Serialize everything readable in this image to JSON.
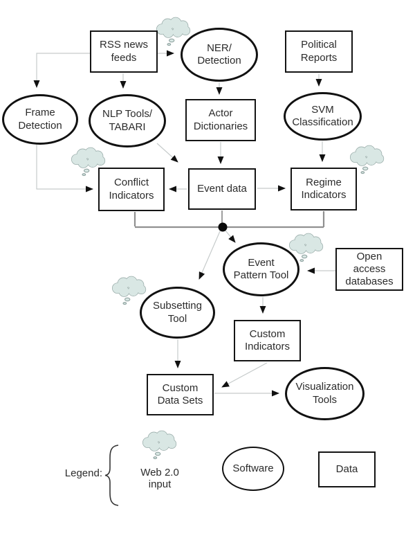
{
  "diagram": {
    "nodes": {
      "rss_news_feeds": {
        "label": "RSS news\nfeeds",
        "type": "data"
      },
      "ner_detection": {
        "label": "NER/\nDetection",
        "type": "software"
      },
      "political_reports": {
        "label": "Political\nReports",
        "type": "data"
      },
      "frame_detection": {
        "label": "Frame\nDetection",
        "type": "software"
      },
      "nlp_tools_tabari": {
        "label": "NLP Tools/\nTABARI",
        "type": "software"
      },
      "actor_dictionaries": {
        "label": "Actor\nDictionaries",
        "type": "data"
      },
      "svm_classification": {
        "label": "SVM\nClassification",
        "type": "software"
      },
      "conflict_indicators": {
        "label": "Conflict\nIndicators",
        "type": "data"
      },
      "event_data": {
        "label": "Event data",
        "type": "data"
      },
      "regime_indicators": {
        "label": "Regime\nIndicators",
        "type": "data"
      },
      "event_pattern_tool": {
        "label": "Event\nPattern Tool",
        "type": "software"
      },
      "open_access_databases": {
        "label": "Open\naccess\ndatabases",
        "type": "data"
      },
      "subsetting_tool": {
        "label": "Subsetting\nTool",
        "type": "software"
      },
      "custom_indicators": {
        "label": "Custom\nIndicators",
        "type": "data"
      },
      "custom_data_sets": {
        "label": "Custom\nData Sets",
        "type": "data"
      },
      "visualization_tools": {
        "label": "Visualization\nTools",
        "type": "software"
      }
    },
    "edges": [
      {
        "from": "RSS news feeds",
        "to": "NER/Detection"
      },
      {
        "from": "RSS news feeds",
        "to": "Frame Detection"
      },
      {
        "from": "RSS news feeds",
        "to": "NLP Tools/TABARI"
      },
      {
        "from": "NER/Detection",
        "to": "Actor Dictionaries"
      },
      {
        "from": "Political Reports",
        "to": "SVM Classification"
      },
      {
        "from": "Frame Detection",
        "to": "Conflict Indicators"
      },
      {
        "from": "NLP Tools/TABARI",
        "to": "Event data"
      },
      {
        "from": "Actor Dictionaries",
        "to": "Event data"
      },
      {
        "from": "SVM Classification",
        "to": "Regime Indicators"
      },
      {
        "from": "Event data",
        "to": "Conflict Indicators"
      },
      {
        "from": "Event data",
        "to": "Regime Indicators"
      },
      {
        "from": "Conflict Indicators",
        "to": "junction"
      },
      {
        "from": "Event data",
        "to": "junction"
      },
      {
        "from": "Regime Indicators",
        "to": "junction"
      },
      {
        "from": "junction",
        "to": "Event Pattern Tool"
      },
      {
        "from": "junction",
        "to": "Subsetting Tool"
      },
      {
        "from": "Open access databases",
        "to": "Event Pattern Tool"
      },
      {
        "from": "Event Pattern Tool",
        "to": "Custom Indicators"
      },
      {
        "from": "Subsetting Tool",
        "to": "Custom Data Sets"
      },
      {
        "from": "Custom Indicators",
        "to": "Custom Data Sets"
      },
      {
        "from": "Custom Data Sets",
        "to": "Visualization Tools"
      }
    ],
    "web2_inputs_attached_to": [
      "NER/Detection",
      "Conflict Indicators",
      "Regime Indicators",
      "Event Pattern Tool",
      "Subsetting Tool"
    ],
    "legend": {
      "title": "Legend:",
      "items": [
        {
          "symbol": "cloud",
          "label": "Web 2.0\ninput"
        },
        {
          "symbol": "ellipse",
          "label": "Software"
        },
        {
          "symbol": "rectangle",
          "label": "Data"
        }
      ]
    },
    "colors": {
      "cloud_fill": "#d9e7e4",
      "cloud_stroke": "#8fa3a0",
      "connector": "#c6cbcb",
      "junction_line": "#909090",
      "node_border": "#141414",
      "text": "#2b2b2b",
      "background": "#ffffff"
    }
  }
}
